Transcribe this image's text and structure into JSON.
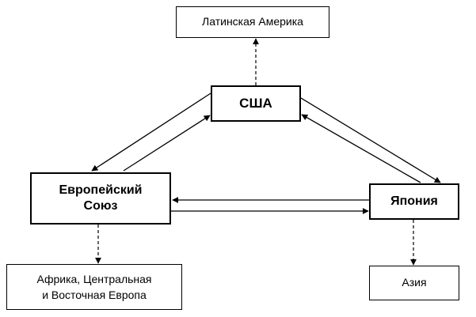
{
  "diagram": {
    "nodes": {
      "latin_america": {
        "label": "Латинская Америка"
      },
      "usa": {
        "label": "США"
      },
      "eu": {
        "line1": "Европейский",
        "line2": "Союз"
      },
      "japan": {
        "label": "Япония"
      },
      "africa": {
        "line1": "Африка, Центральная",
        "line2": "и Восточная Европа"
      },
      "asia": {
        "label": "Азия"
      }
    },
    "colors": {
      "stroke": "#000000",
      "background": "#ffffff"
    }
  }
}
